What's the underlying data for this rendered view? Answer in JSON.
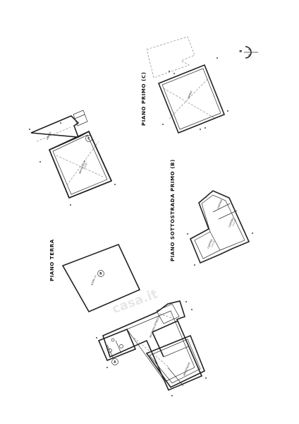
{
  "titles": {
    "piano_terra": "PIANO TERRA",
    "piano_sottostrada": "PIANO SOTTOSTRADA PRIMO (B)",
    "piano_primo": "PIANO PRIMO (C)"
  },
  "markers": {
    "a": "A",
    "b": "B",
    "c": "C"
  },
  "compass": {
    "letter": "N"
  },
  "rooms": {
    "fienile_terra": "FIENILE",
    "ripostiglio_terra": "RIPOSTIGLIO",
    "ripostiglio_terra_h": "h=0.80",
    "altra_ui": "ALTRA U.I.",
    "ricovero_attrezzi": "RICOVERO ATTREZZI",
    "ripostiglio_a": "RIPOSTIGLIO",
    "fienile_primo": "FIENILE",
    "cantina_1": "CANTINA",
    "cantina_2": "CANTINA",
    "cantina_2_h": "h=2.20",
    "cantina_3": "CANTINA",
    "cantina_3_h": "h=2.20"
  },
  "watermark": "casa.it"
}
